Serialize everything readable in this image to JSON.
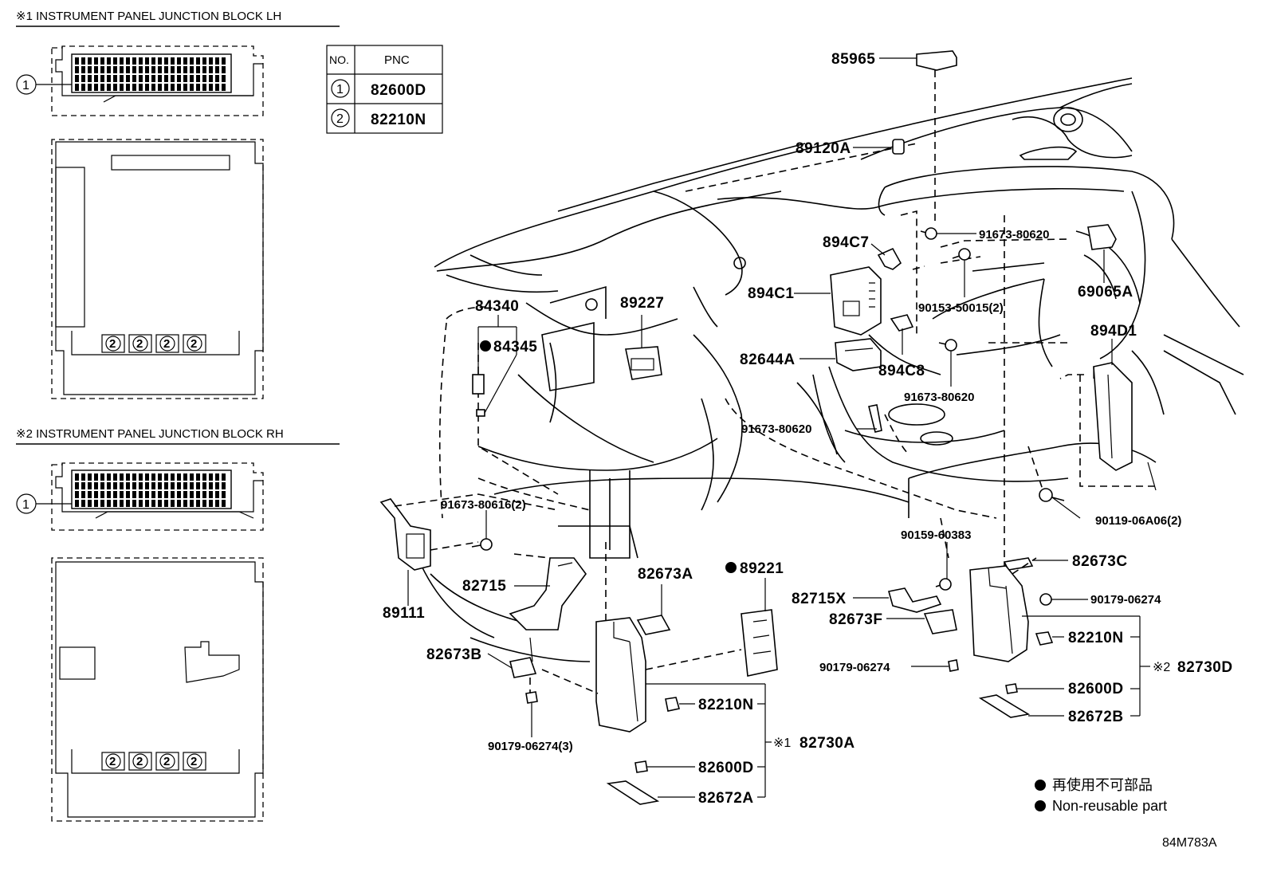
{
  "legend_lh": {
    "title": "※1 INSTRUMENT PANEL JUNCTION BLOCK LH"
  },
  "legend_rh": {
    "title": "※2 INSTRUMENT PANEL JUNCTION BLOCK RH"
  },
  "legend_refs": {
    "one": "1",
    "two": "2"
  },
  "pnc_table": {
    "header_no": "NO.",
    "header_pnc": "PNC",
    "rows": [
      {
        "no": "1",
        "pnc": "82600D"
      },
      {
        "no": "2",
        "pnc": "82210N"
      }
    ]
  },
  "parts": {
    "p85965": "85965",
    "p89120A": "89120A",
    "p91673_80620_top": "91673-80620",
    "p894C7": "894C7",
    "p894C1": "894C1",
    "p90153": "90153-50015(2)",
    "p69065A": "69065A",
    "p894D1": "894D1",
    "p82644A": "82644A",
    "p894C8": "894C8",
    "p91673_80620_mid": "91673-80620",
    "p91673_80620_low": "91673-80620",
    "p84340": "84340",
    "p84345": "84345",
    "p89227": "89227",
    "p91673_80616": "91673-80616(2)",
    "p90119": "90119-06A06(2)",
    "p90159": "90159-60383",
    "p82673C": "82673C",
    "p82715X": "82715X",
    "p90179_right": "90179-06274",
    "p82673F": "82673F",
    "p82210N_right": "82210N",
    "p82730D_mark": "※2",
    "p82730D": "82730D",
    "p90179_mid": "90179-06274",
    "p82600D_right": "82600D",
    "p82672B": "82672B",
    "p89111": "89111",
    "p82715": "82715",
    "p82673A": "82673A",
    "p89221": "89221",
    "p82673B": "82673B",
    "p82210N_left": "82210N",
    "p82730A_mark": "※1",
    "p82730A": "82730A",
    "p90179_3": "90179-06274(3)",
    "p82600D_left": "82600D",
    "p82672A": "82672A"
  },
  "legend_note": {
    "japanese": "再使用不可部品",
    "english": "Non-reusable part"
  },
  "diagram_code": "84M783A"
}
